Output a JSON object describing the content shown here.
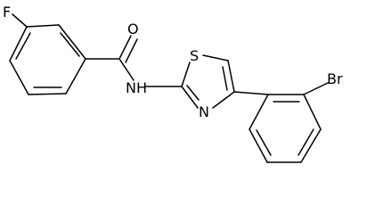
{
  "atoms": {
    "fluorine": "F",
    "oxygen": "O",
    "amide_nh": "NH",
    "thiazole_sulfur": "S",
    "thiazole_nitrogen": "N",
    "bromine": "Br"
  }
}
